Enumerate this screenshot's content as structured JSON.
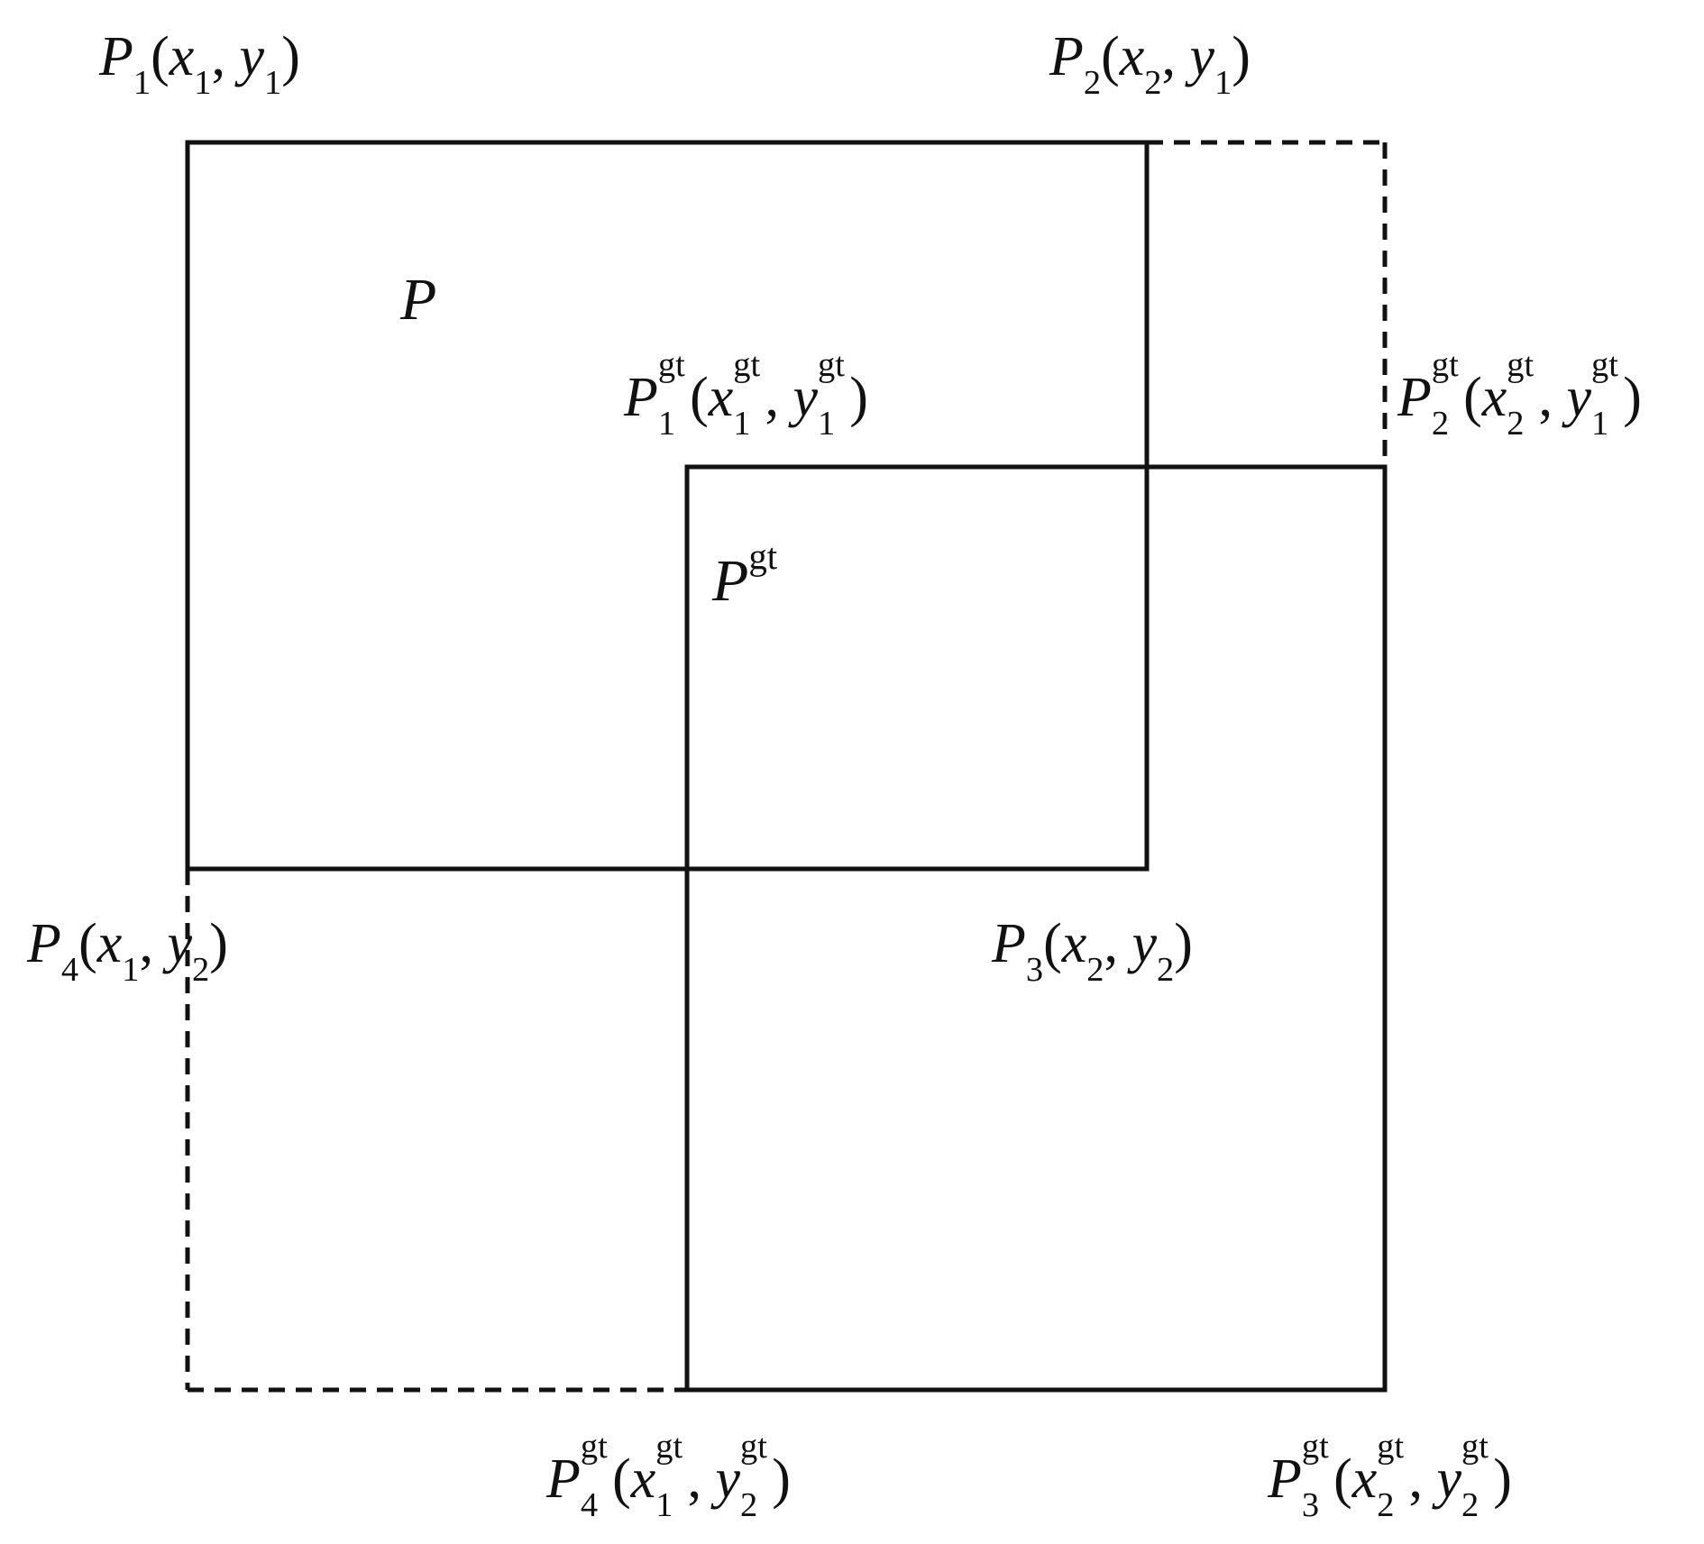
{
  "colors": {
    "line": "#111111",
    "background": "#ffffff"
  },
  "labels": {
    "P1": {
      "base": "P",
      "sub": "1",
      "x": "x",
      "xsub": "1",
      "y": "y",
      "ysub": "1"
    },
    "P2": {
      "base": "P",
      "sub": "2",
      "x": "x",
      "xsub": "2",
      "y": "y",
      "ysub": "1"
    },
    "P3": {
      "base": "P",
      "sub": "3",
      "x": "x",
      "xsub": "2",
      "y": "y",
      "ysub": "2"
    },
    "P4": {
      "base": "P",
      "sub": "4",
      "x": "x",
      "xsub": "1",
      "y": "y",
      "ysub": "2"
    },
    "P": {
      "base": "P"
    },
    "Pgt": {
      "base": "P",
      "sup": "gt"
    },
    "P1gt": {
      "base": "P",
      "sup": "gt",
      "sub": "1",
      "x": "x",
      "xsup": "gt",
      "xsub": "1",
      "y": "y",
      "ysup": "gt",
      "ysub": "1"
    },
    "P2gt": {
      "base": "P",
      "sup": "gt",
      "sub": "2",
      "x": "x",
      "xsup": "gt",
      "xsub": "2",
      "y": "y",
      "ysup": "gt",
      "ysub": "1"
    },
    "P3gt": {
      "base": "P",
      "sup": "gt",
      "sub": "3",
      "x": "x",
      "xsup": "gt",
      "xsub": "2",
      "y": "y",
      "ysup": "gt",
      "ysub": "2"
    },
    "P4gt": {
      "base": "P",
      "sup": "gt",
      "sub": "4",
      "x": "x",
      "xsup": "gt",
      "xsub": "1",
      "y": "y",
      "ysup": "gt",
      "ysub": "2"
    }
  },
  "punct": {
    "open": "(",
    "comma": ", ",
    "close": ")"
  }
}
